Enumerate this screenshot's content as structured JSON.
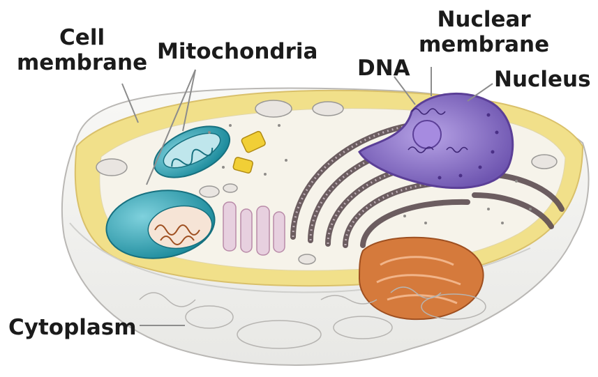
{
  "labels": {
    "cell_membrane_line1": "Cell",
    "cell_membrane_line2": "membrane",
    "mitochondria": "Mitochondria",
    "dna": "DNA",
    "nuclear_membrane_line1": "Nuclear",
    "nuclear_membrane_line2": "membrane",
    "nucleus": "Nucleus",
    "cytoplasm": "Cytoplasm"
  },
  "colors": {
    "membrane_outline": "#b9b7b4",
    "cytoplasm_top": "#f1e08a",
    "cytoplasm_edge": "#d9c06a",
    "bowl_fill": "#f1f2f0",
    "mitochondria": "#2aa2b4",
    "mitochondria_dark": "#16707f",
    "nucleus": "#8a6fc4",
    "nucleus_dark": "#5b3f97",
    "er": "#5e4d52",
    "golgi_orange": "#d57a3c",
    "golgi_yellow": "#f1cf36",
    "vesicle_pink": "#e7d0df",
    "leader_line": "#8c8c8c",
    "label_text": "#1b1b1b"
  }
}
